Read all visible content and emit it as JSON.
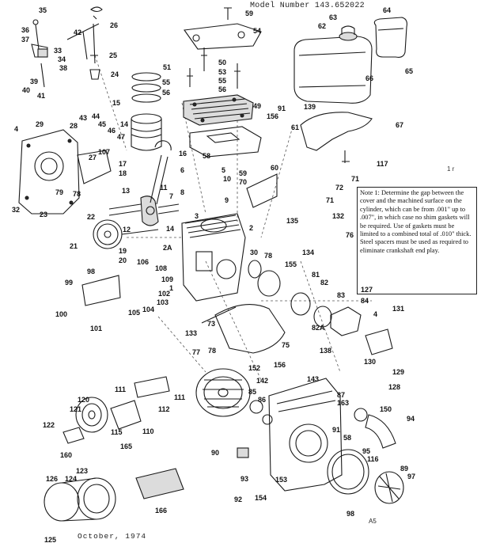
{
  "header": {
    "model_number": "Model Number 143.652022"
  },
  "note": {
    "text": "Note 1: Determine the gap between the cover and the machined surface on the cylinder, which can be from .001\" up to .007\", in which case no shim gaskets will be required. Use of gaskets must be limited to a combined total of .010\" thick. Steel spacers must be used as required to eliminate crankshaft end play."
  },
  "footer": {
    "date": "October, 1974",
    "code": "A5"
  },
  "sheet_mark": "1 r",
  "labels": [
    "35",
    "36",
    "42",
    "26",
    "37",
    "33",
    "34",
    "38",
    "25",
    "39",
    "40",
    "41",
    "24",
    "59",
    "54",
    "64",
    "63",
    "62",
    "65",
    "66",
    "51",
    "50",
    "53",
    "55",
    "56",
    "55",
    "56",
    "49",
    "15",
    "14",
    "43",
    "44",
    "45",
    "46",
    "47",
    "28",
    "29",
    "4",
    "27",
    "107",
    "16",
    "18",
    "17",
    "13",
    "11",
    "7",
    "22",
    "12",
    "14",
    "21",
    "19",
    "20",
    "106",
    "108",
    "2A",
    "109",
    "1",
    "102",
    "103",
    "104",
    "105",
    "99",
    "98",
    "100",
    "101",
    "23",
    "32",
    "79",
    "78",
    "58",
    "60",
    "5",
    "6",
    "10",
    "8",
    "9",
    "59",
    "70",
    "3",
    "72",
    "71",
    "61",
    "91",
    "139",
    "156",
    "67",
    "117",
    "71",
    "2",
    "135",
    "132",
    "76",
    "134",
    "30",
    "78",
    "155",
    "81",
    "82",
    "82A",
    "83",
    "84",
    "127",
    "4",
    "131",
    "73",
    "75",
    "133",
    "77",
    "78",
    "138",
    "130",
    "129",
    "128",
    "152",
    "156",
    "142",
    "143",
    "85",
    "86",
    "87",
    "111",
    "111",
    "112",
    "120",
    "121",
    "115",
    "110",
    "122",
    "160",
    "165",
    "163",
    "150",
    "94",
    "58",
    "91",
    "90",
    "95",
    "116",
    "89",
    "97",
    "93",
    "153",
    "154",
    "92",
    "126",
    "124",
    "123",
    "125",
    "166",
    "98"
  ]
}
